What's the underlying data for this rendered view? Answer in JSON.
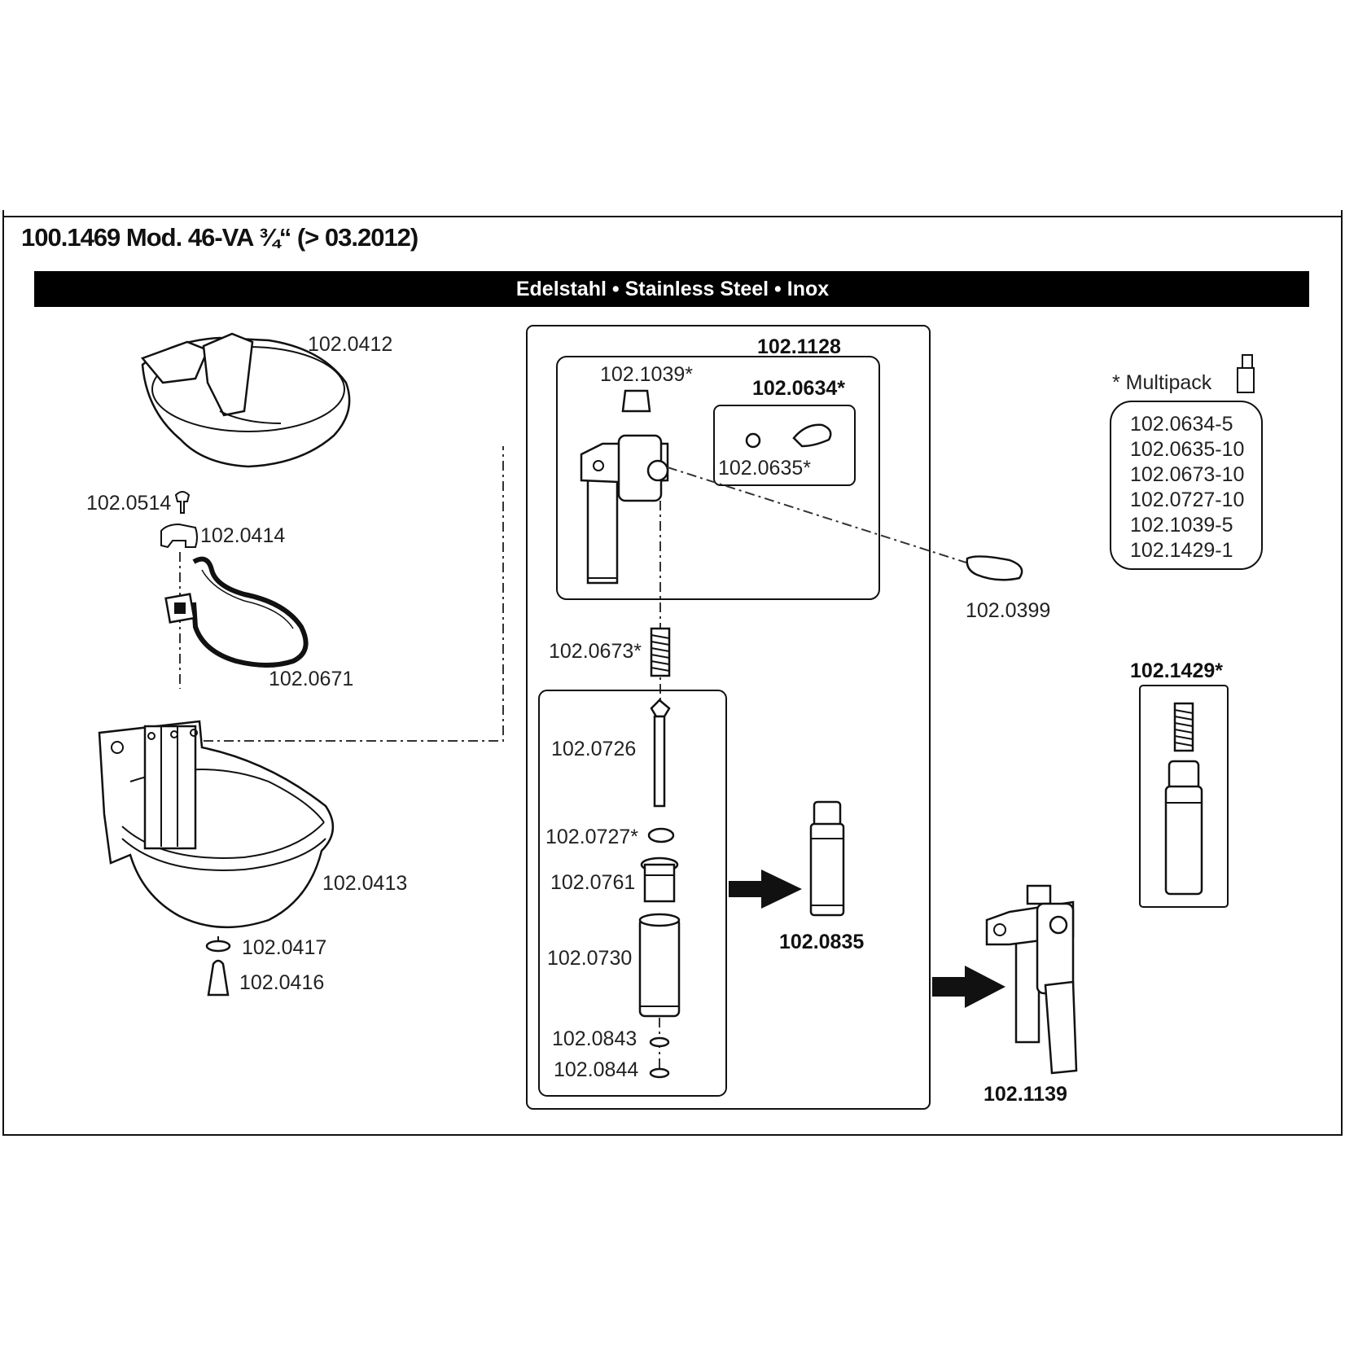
{
  "header": {
    "title": "100.1469 Mod. 46-VA ¾“ (> 03.2012)",
    "material_band": "Edelstahl • Stainless Steel • Inox"
  },
  "parts": {
    "bowl_top": "102.0412",
    "screw": "102.0514",
    "clip": "102.0414",
    "bracket_ring": "102.0671",
    "bowl_main": "102.0413",
    "washer": "102.0417",
    "plug": "102.0416",
    "valve_body": "102.1128",
    "valve_nut": "102.1039*",
    "lever_set": "102.0634*",
    "lever_seal": "102.0635*",
    "lever": "102.0399",
    "spring": "102.0673*",
    "pin": "102.0726",
    "o_ring": "102.0727*",
    "sleeve": "102.0761",
    "tube": "102.0730",
    "seal_a": "102.0843",
    "seal_b": "102.0844",
    "insert_assembly": "102.0835",
    "complete_valve": "102.1139",
    "spring_kit": "102.1429*"
  },
  "multipack": {
    "title": "* Multipack",
    "items": [
      "102.0634-5",
      "102.0635-10",
      "102.0673-10",
      "102.0727-10",
      "102.1039-5",
      "102.1429-1"
    ]
  }
}
